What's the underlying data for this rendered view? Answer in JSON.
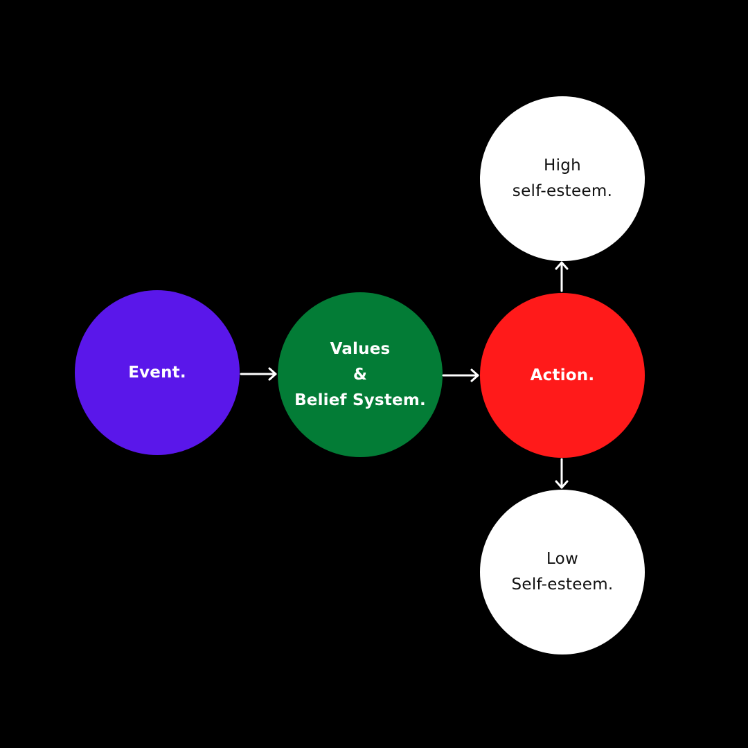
{
  "colors": {
    "background": "#000000",
    "event": "#5a17ea",
    "values": "#037c36",
    "action": "#ff1a1a",
    "outcome": "#ffffff",
    "arrow": "#ffffff",
    "light_text": "#ffffff",
    "dark_text": "#111111"
  },
  "nodes": {
    "event": {
      "label": "Event."
    },
    "values": {
      "label": "Values\n&\nBelief System."
    },
    "action": {
      "label": "Action."
    },
    "high": {
      "label": "High\nself-esteem."
    },
    "low": {
      "label": "Low\nSelf-esteem."
    }
  }
}
